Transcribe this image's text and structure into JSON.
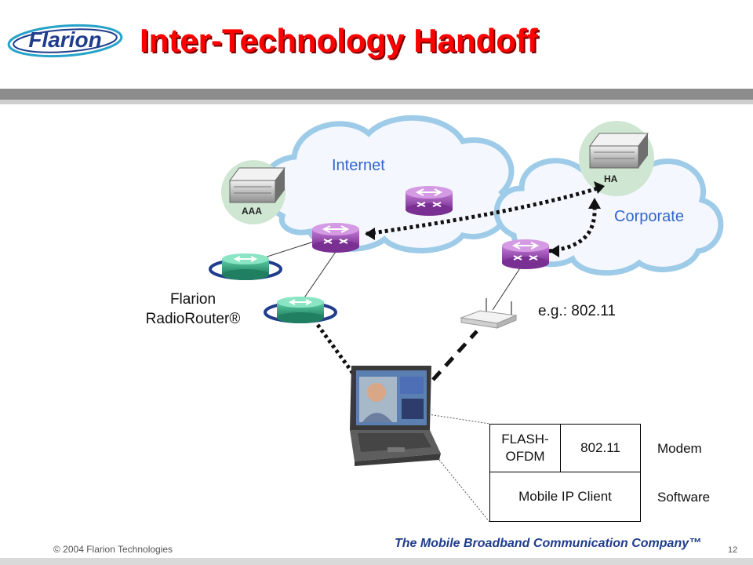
{
  "header": {
    "logo_text": "Flarion",
    "title": "Inter-Technology Handoff"
  },
  "diagram": {
    "internet_label": "Internet",
    "corporate_label": "Corporate",
    "aaa_label": "AAA",
    "ha_label": "HA",
    "radiorouter_label_line1": "Flarion",
    "radiorouter_label_line2": "RadioRouter®",
    "wifi_label": "e.g.: 802.11"
  },
  "stack": {
    "flash_line1": "FLASH-",
    "flash_line2": "OFDM",
    "wifi_cell": "802.11",
    "client_cell": "Mobile IP Client",
    "modem_label": "Modem",
    "software_label": "Software"
  },
  "footer": {
    "copyright": "© 2004 Flarion Technologies",
    "tagline": "The Mobile Broadband Communication Company™",
    "page_number": "12"
  },
  "colors": {
    "title": "#ff0000",
    "cloud_fill": "#f4f8fe",
    "cloud_stroke": "#9ecbe8",
    "router_purple": "#9a4fb0",
    "radiorouter_green": "#2e9c7c",
    "tagline": "#1f3d8c"
  },
  "icons": [
    "server-icon",
    "router-icon",
    "radio-router-icon",
    "access-point-icon",
    "laptop-icon"
  ]
}
